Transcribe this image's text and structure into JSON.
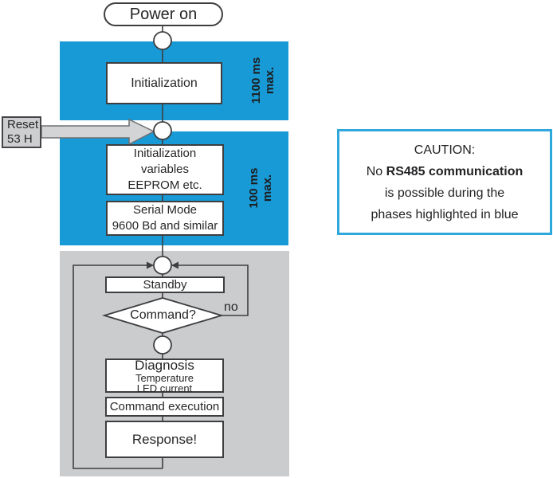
{
  "colors": {
    "highlight_blue": "#189AD6",
    "caution_border_blue": "#2FA8DC",
    "loop_background_gray": "#CBCCCD",
    "line_dark": "#3E3E40"
  },
  "flowchart": {
    "power_on": "Power on",
    "initialization": "Initialization",
    "phase1_duration": "1100 ms\nmax.",
    "reset": "Reset\n53 H",
    "init_variables": "Initialization\nvariables\nEEPROM etc.",
    "serial_mode": "Serial Mode\n9600 Bd and similar",
    "phase2_duration": "100 ms\nmax.",
    "standby": "Standby",
    "command": "Command?",
    "no_label": "no",
    "diagnosis_title": "Diagnosis",
    "diagnosis_sub": "Temperature\nLED current",
    "command_execution": "Command execution",
    "response": "Response!"
  },
  "caution": {
    "line1": "CAUTION:",
    "line2_prefix": "No ",
    "line2_bold": "RS485 communication",
    "line3": "is possible during the",
    "line4": "phases highlighted in blue"
  }
}
